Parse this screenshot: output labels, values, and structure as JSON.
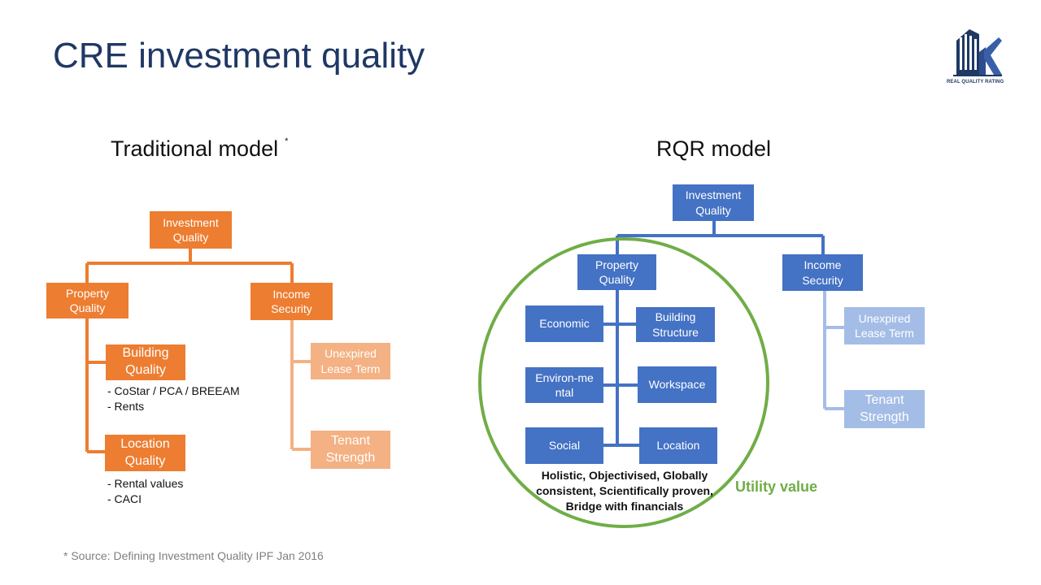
{
  "page_title": "CRE investment quality",
  "logo_text": "REAL QUALITY RATING",
  "traditional": {
    "title": "Traditional model",
    "asterisk": "*",
    "root": "Investment Quality",
    "property": "Property Quality",
    "income": "Income Security",
    "building": "Building Quality",
    "building_notes": [
      "- CoStar / PCA / BREEAM",
      "- Rents"
    ],
    "location": "Location Quality",
    "location_notes": [
      "- Rental values",
      "- CACI"
    ],
    "unexpired": "Unexpired Lease Term",
    "tenant": "Tenant Strength"
  },
  "rqr": {
    "title": "RQR model",
    "root": "Investment Quality",
    "property": "Property Quality",
    "income": "Income Security",
    "economic": "Economic",
    "building_structure": "Building Structure",
    "environmental": "Environ-me ntal",
    "workspace": "Workspace",
    "social": "Social",
    "location": "Location",
    "unexpired": "Unexpired Lease Term",
    "tenant": "Tenant Strength",
    "circle_caption": "Holistic, Objectivised, Globally consistent, Scientifically proven, Bridge with financials",
    "utility_label": "Utility value"
  },
  "footnote": "* Source: Defining Investment Quality IPF Jan 2016",
  "colors": {
    "title": "#1f3864",
    "orange": "#ed7d31",
    "orange_light": "#f4b183",
    "blue": "#4472c4",
    "blue_light": "#a4bde6",
    "green": "#70ad47"
  }
}
